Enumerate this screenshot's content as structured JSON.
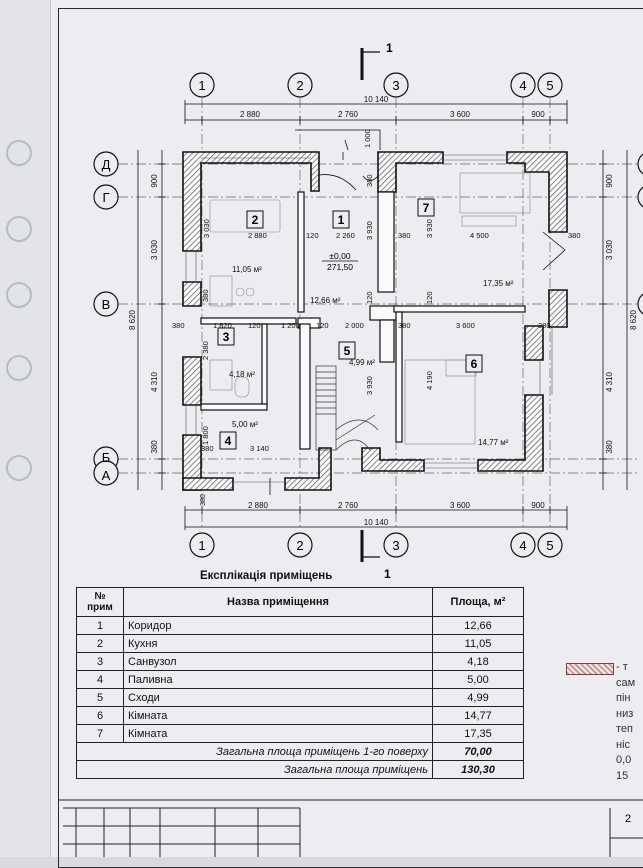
{
  "section_marks": [
    "1",
    "1"
  ],
  "axes_top": [
    "1",
    "2",
    "3",
    "4",
    "5"
  ],
  "axes_bottom": [
    "1",
    "2",
    "3",
    "4",
    "5"
  ],
  "axes_left": [
    "Д",
    "Г",
    "В",
    "Б",
    "А"
  ],
  "dims_top": [
    "2 880",
    "2 760",
    "3 600",
    "900"
  ],
  "dims_bottom": [
    "2 880",
    "2 760",
    "3 600",
    "900"
  ],
  "overall_width_top": "10 140",
  "overall_width_bottom": "10 140",
  "dims_left": [
    "900",
    "3 030",
    "4 310",
    "380"
  ],
  "dims_right": [
    "900",
    "3 030",
    "4 310",
    "380"
  ],
  "overall_height_left": "8 620",
  "overall_height_right": "8 620",
  "level_mark": [
    "±0,00",
    "271,50"
  ],
  "room_numbers": [
    "1",
    "2",
    "3",
    "4",
    "5",
    "6",
    "7"
  ],
  "room_areas": {
    "r2": "11,05 м²",
    "r1": "12,66 м²",
    "r3": "4,18 м²",
    "r4": "5,00 м²",
    "r5": "4,99 м²",
    "r6": "14,77 м²",
    "r7": "17,35 м²"
  },
  "inner_dims": {
    "d2880": "2 880",
    "d2260": "2 260",
    "d4500": "4 500",
    "d3030": "3 030",
    "d3930a": "3 930",
    "d3930b": "3 930",
    "d3930c": "3 930",
    "d1820": "1 820",
    "d1200": "1 200",
    "d2000": "2 000",
    "d3600": "3 600",
    "d2380": "2 380",
    "d4190": "4 190",
    "d1800": "1 800",
    "d3140": "3 140",
    "d1000": "1 000",
    "d120a": "120",
    "d120b": "120",
    "d120c": "120",
    "d120d": "120",
    "d120e": "120",
    "d380a": "380",
    "d380b": "380",
    "d380c": "380",
    "d380d": "380",
    "d380e": "380",
    "d380f": "380",
    "d380g": "380",
    "d380h": "380",
    "d380i": "380"
  },
  "explication": {
    "title": "Експлікація приміщень",
    "headers": [
      "№\nприм",
      "Назва приміщення",
      "Площа, м²"
    ],
    "rows": [
      {
        "n": "1",
        "name": "Коридор",
        "area": "12,66"
      },
      {
        "n": "2",
        "name": "Кухня",
        "area": "11,05"
      },
      {
        "n": "3",
        "name": "Санвузол",
        "area": "4,18"
      },
      {
        "n": "4",
        "name": "Паливна",
        "area": "5,00"
      },
      {
        "n": "5",
        "name": "Сходи",
        "area": "4,99"
      },
      {
        "n": "6",
        "name": "Кімната",
        "area": "14,77"
      },
      {
        "n": "7",
        "name": "Кімната",
        "area": "17,35"
      }
    ],
    "total_floor_label": "Загальна площа приміщень 1-го поверху",
    "total_floor_value": "70,00",
    "total_label": "Загальна площа приміщень",
    "total_value": "130,30"
  },
  "side_note_lines": [
    "- т",
    "сам",
    "пін",
    "низ",
    "теп",
    "ніс",
    "0,0",
    "15"
  ],
  "stamp_sheet": "2"
}
